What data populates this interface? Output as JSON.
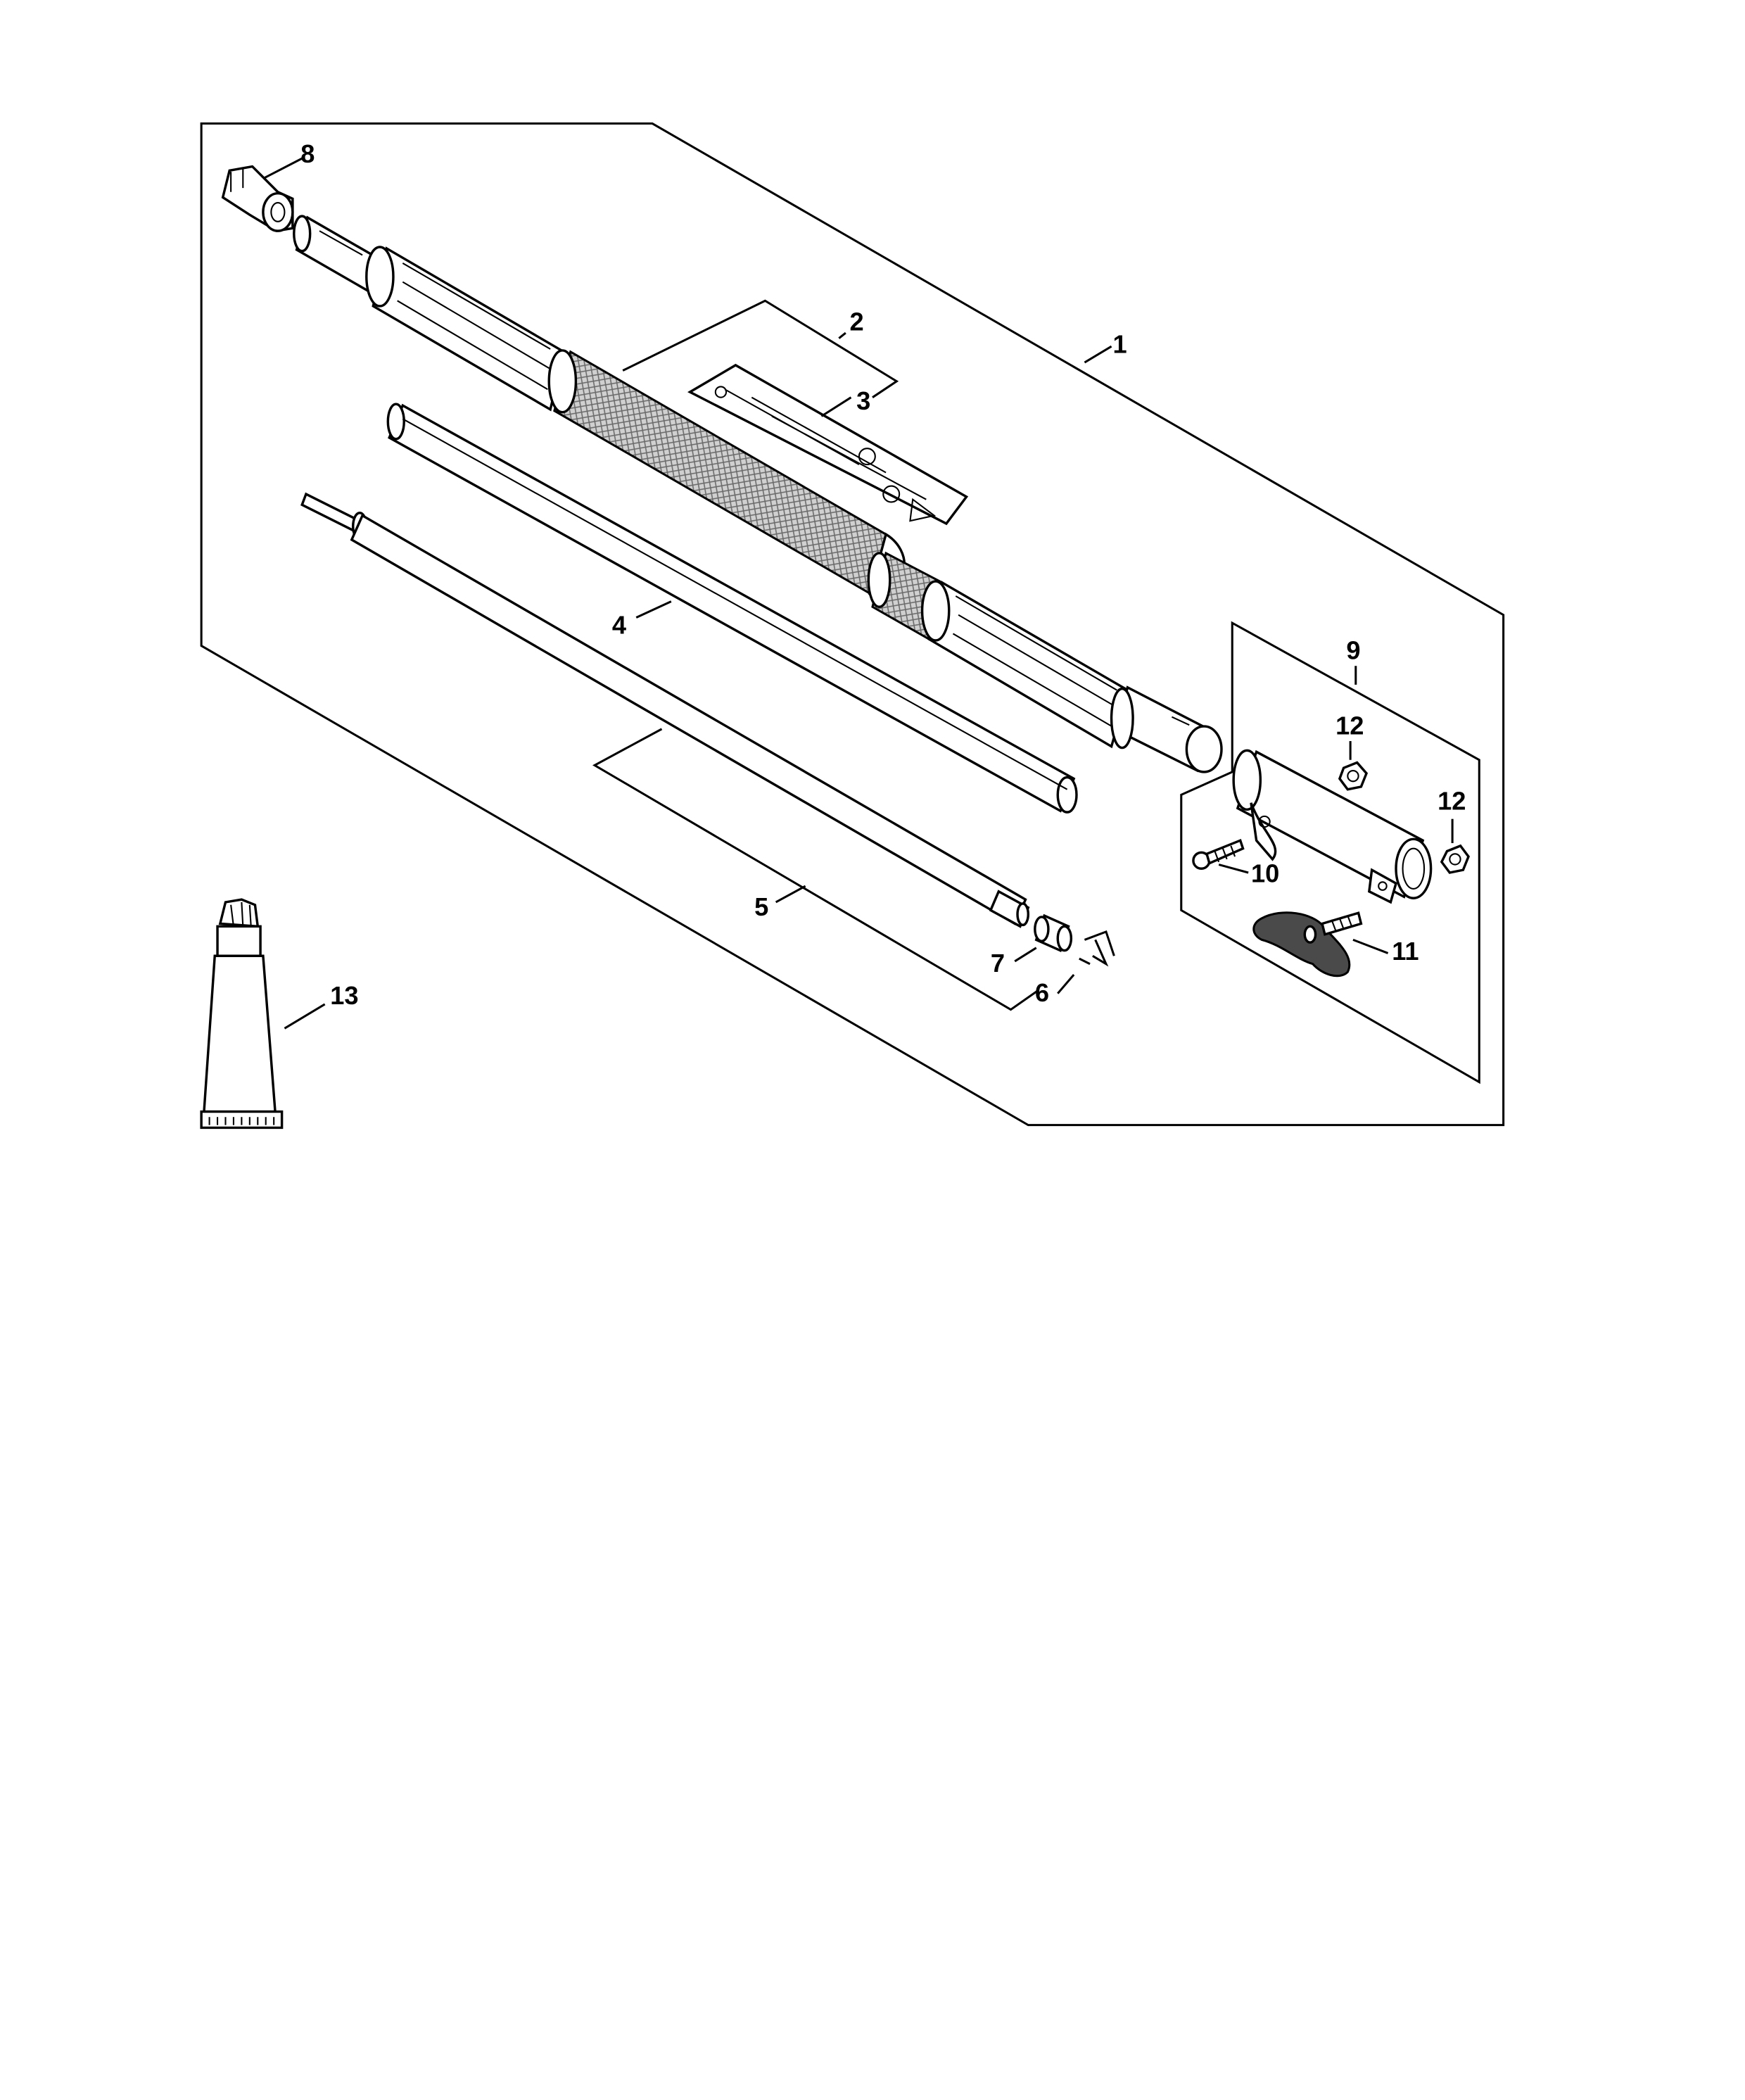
{
  "diagram": {
    "callouts": [
      {
        "id": "1",
        "label": "1"
      },
      {
        "id": "2",
        "label": "2"
      },
      {
        "id": "3",
        "label": "3"
      },
      {
        "id": "4",
        "label": "4"
      },
      {
        "id": "5",
        "label": "5"
      },
      {
        "id": "6",
        "label": "6"
      },
      {
        "id": "7",
        "label": "7"
      },
      {
        "id": "8",
        "label": "8"
      },
      {
        "id": "9",
        "label": "9"
      },
      {
        "id": "10",
        "label": "10"
      },
      {
        "id": "11",
        "label": "11"
      },
      {
        "id": "12a",
        "label": "12"
      },
      {
        "id": "12b",
        "label": "12"
      },
      {
        "id": "13",
        "label": "13"
      }
    ]
  }
}
